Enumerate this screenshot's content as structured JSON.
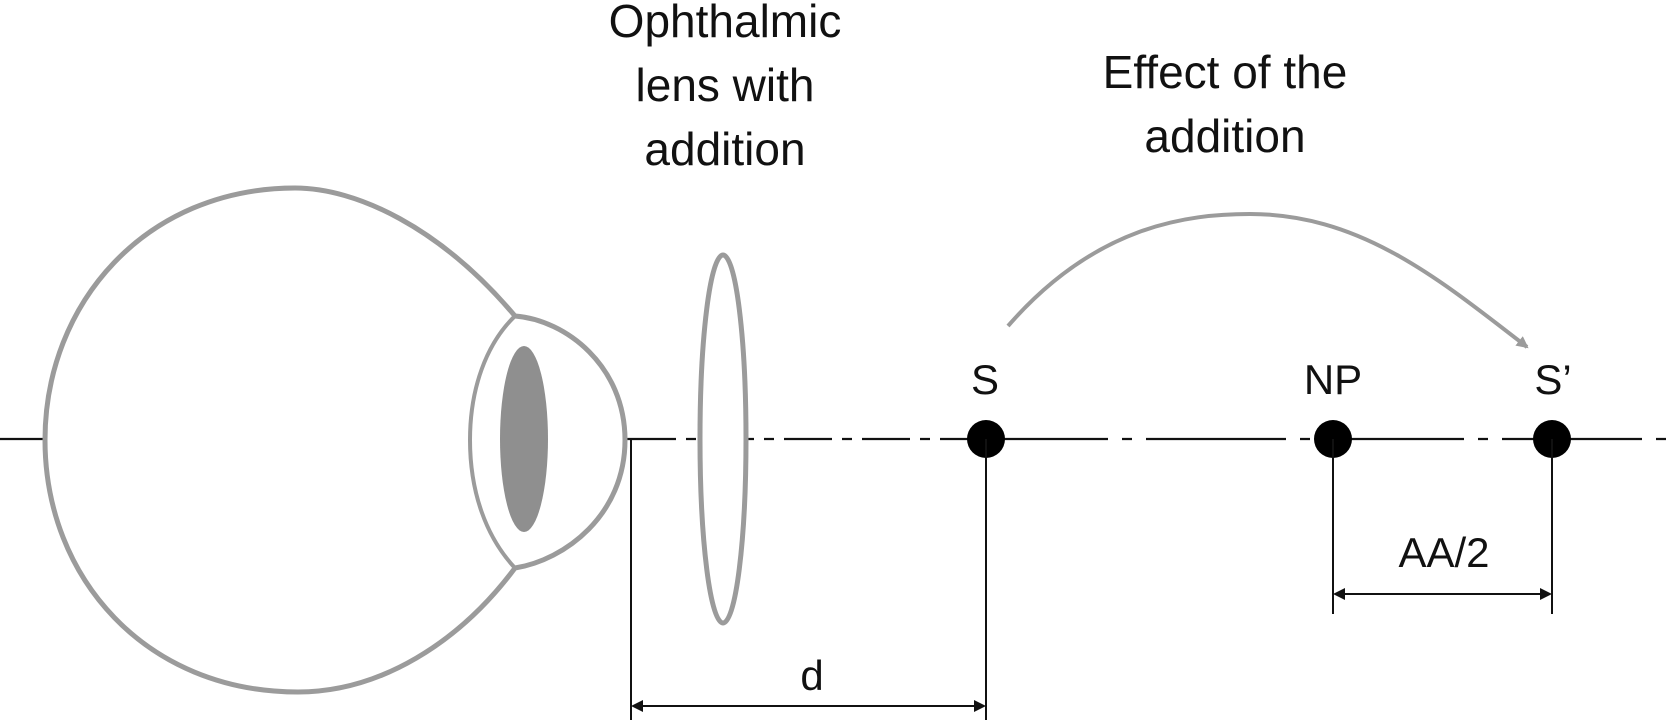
{
  "diagram": {
    "lens_title": [
      "Ophthalmic",
      "lens with",
      "addition"
    ],
    "effect_title": [
      "Effect of the",
      "addition"
    ],
    "points": {
      "s": "S",
      "np": "NP",
      "s_prime": "S’"
    },
    "dimensions": {
      "d": "d",
      "aa_half": "AA/2"
    },
    "colors": {
      "outline": "#9b9b9b",
      "pupil": "#8f8f8f",
      "ink": "#111111",
      "point": "#000000"
    }
  }
}
